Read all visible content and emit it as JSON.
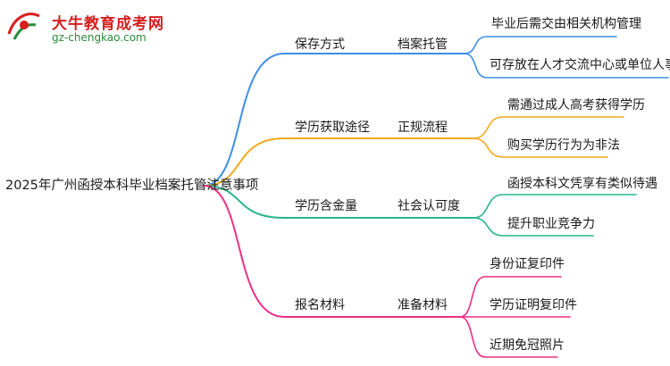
{
  "logo": {
    "name_cn": "大牛教育成考网",
    "site": "gz-chengkao.com"
  },
  "mindmap": {
    "root": "2025年广州函授本科毕业档案托管注意事项",
    "branches": [
      {
        "label": "保存方式",
        "sub": "档案托管",
        "color": "#3d8ee8",
        "leaves": [
          "毕业后需交由相关机构管理",
          "可存放在人才交流中心或单位人事部门"
        ]
      },
      {
        "label": "学历获取途径",
        "sub": "正规流程",
        "color": "#f2a81c",
        "leaves": [
          "需通过成人高考获得学历",
          "购买学历行为为非法"
        ]
      },
      {
        "label": "学历含金量",
        "sub": "社会认可度",
        "color": "#28b58a",
        "leaves": [
          "函授本科文凭享有类似待遇",
          "提升职业竞争力"
        ]
      },
      {
        "label": "报名材料",
        "sub": "准备材料",
        "color": "#ec2f86",
        "leaves": [
          "身份证复印件",
          "学历证明复印件",
          "近期免冠照片"
        ]
      }
    ]
  }
}
